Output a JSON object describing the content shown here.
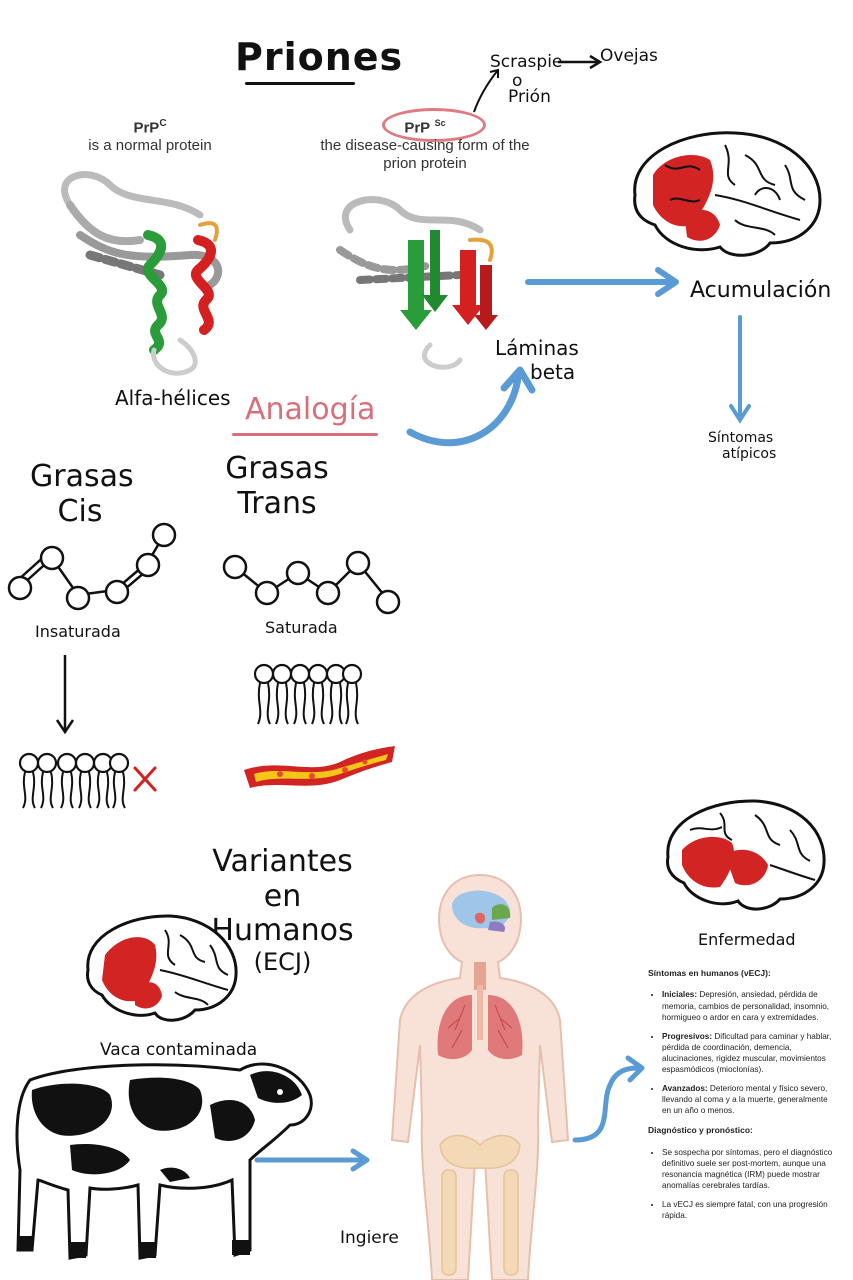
{
  "title": "Priones",
  "prpc": {
    "name": "PrP",
    "sup": "C",
    "desc": "is a normal protein"
  },
  "prpsc": {
    "name": "PrP",
    "sup": "Sc",
    "desc_line1": "the disease-causing form of the",
    "desc_line2": "prion protein"
  },
  "scrapie": {
    "word": "Scraspie",
    "or": "o",
    "prion": "Prión",
    "sheep": "Ovejas"
  },
  "labels": {
    "alfa": "Alfa-hélices",
    "laminas_1": "Láminas",
    "laminas_2": "beta",
    "analogia": "Analogía",
    "acumulacion": "Acumulación",
    "sintomas_1": "Síntomas",
    "sintomas_2": "atípicos",
    "grasas_cis_1": "Grasas",
    "grasas_cis_2": "Cis",
    "grasas_trans_1": "Grasas",
    "grasas_trans_2": "Trans",
    "insaturada": "Insaturada",
    "saturada": "Saturada",
    "variantes_1": "Variantes en",
    "variantes_2": "Humanos",
    "variantes_3": "(ECJ)",
    "vaca": "Vaca contaminada",
    "ingiere": "Ingiere",
    "enfermedad": "Enfermedad"
  },
  "symptoms": {
    "heading1": "Síntomas en humanos (vECJ):",
    "items1": [
      {
        "term": "Iniciales:",
        "text": " Depresión, ansiedad, pérdida de memoria, cambios de personalidad, insomnio, hormigueo o ardor en cara y extremidades."
      },
      {
        "term": "Progresivos:",
        "text": " Dificultad para caminar y hablar, pérdida de coordinación, demencia, alucinaciones, rigidez muscular, movimientos espasmódicos (mioclonías)."
      },
      {
        "term": "Avanzados:",
        "text": " Deterioro mental y físico severo, llevando al coma y a la muerte, generalmente en un año o menos."
      }
    ],
    "heading2": "Diagnóstico y pronóstico:",
    "items2": [
      {
        "text": "Se sospecha por síntomas, pero el diagnóstico definitivo suele ser post-mortem, aunque una resonancia magnética (IRM) puede mostrar anomalías cerebrales tardías."
      },
      {
        "text": "La vECJ es siempre fatal, con una progresión rápida."
      }
    ]
  },
  "colors": {
    "arrow": "#5b9bd5",
    "lesion": "#d32424",
    "pink": "#d86f7b",
    "helix_green": "#2a9d3a",
    "helix_red": "#d42020"
  }
}
